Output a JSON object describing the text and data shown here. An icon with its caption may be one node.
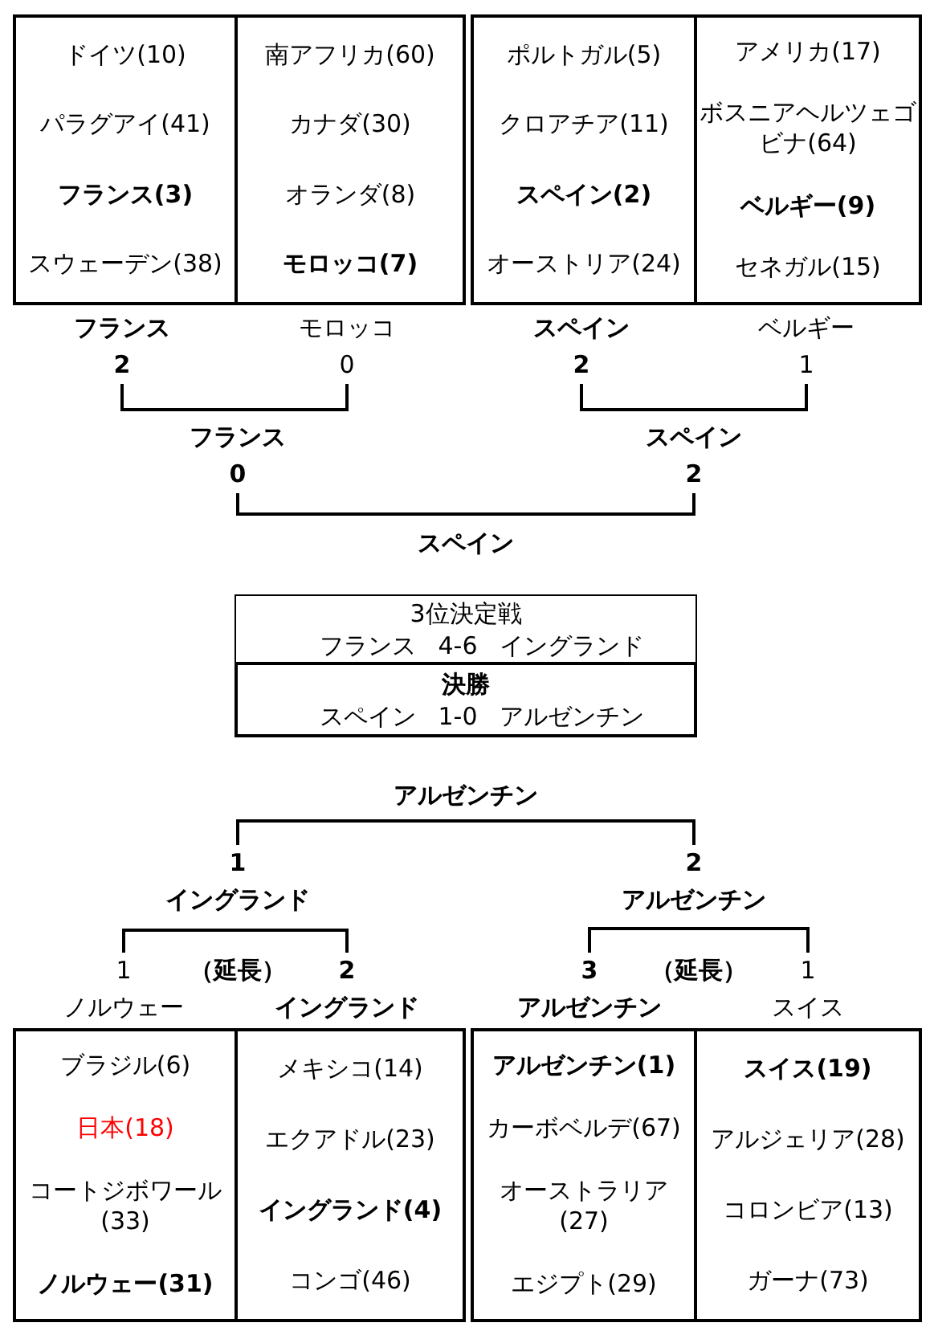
{
  "diagram": {
    "nodes": [
      {
        "text": [
          "ドイツ(10)",
          "パラグアイ(41)",
          "フランス(3)",
          "スウェーデン(38)"
        ]
      },
      {
        "text": [
          "南アフリカ(60)",
          "カナダ(30)",
          "オランダ(8)",
          "モロッコ(7)"
        ]
      },
      {
        "text": [
          "ポルトガル(5)",
          "クロアチア(11)",
          "スペイン(2)",
          "オーストリア(24)"
        ]
      },
      {
        "text": [
          "アメリカ(17)",
          "ボスニアヘルツェゴビナ(64)",
          "ベルギー(9)",
          "セネガル(15)"
        ]
      },
      {
        "text": [
          "フランス",
          "2"
        ]
      },
      {
        "text": [
          "モロッコ",
          "0"
        ]
      },
      {
        "text": [
          "スペイン",
          "2"
        ]
      },
      {
        "text": [
          "ベルギー",
          "1"
        ]
      },
      {
        "text": [
          "フランス",
          "0"
        ]
      },
      {
        "text": [
          "スペイン",
          "2"
        ]
      },
      {
        "text": [
          "3位決定戦",
          "フランス 4-6 イングランド"
        ]
      },
      {
        "text": [
          "決勝",
          "スペイン 1-0 アルゼンチン"
        ]
      },
      {
        "text": [
          "1",
          "イングランド"
        ]
      },
      {
        "text": [
          "2",
          "アルゼンチン"
        ]
      },
      {
        "text": [
          "1",
          "ノルウェー"
        ]
      },
      {
        "text": [
          "2",
          "イングランド"
        ]
      },
      {
        "text": [
          "3",
          "アルゼンチン"
        ]
      },
      {
        "text": [
          "1",
          "スイス"
        ]
      },
      {
        "text": [
          "ブラジル(6)",
          "日本(18)",
          "コートジボワール(33)",
          "ノルウェー(31)"
        ]
      },
      {
        "text": [
          "メキシコ(14)",
          "エクアドル(23)",
          "イングランド(4)",
          "コンゴ(46)"
        ]
      },
      {
        "text": [
          "アルゼンチン(1)",
          "カーボベルデ(67)",
          "オーストラリア(27)",
          "エジプト(29)"
        ]
      },
      {
        "text": [
          "スイス(19)",
          "アルジェリア(28)",
          "コロンビア(13)",
          "ガーナ(73)"
        ]
      }
    ],
    "edges": [
      {
        "from": 4,
        "to": 5,
        "arrow": "none"
      },
      {
        "from": 6,
        "to": 7,
        "arrow": "none"
      },
      {
        "from": 8,
        "to": 9,
        "arrow": "none"
      },
      {
        "from": 12,
        "to": 13,
        "arrow": "none"
      },
      {
        "from": 14,
        "to": 15,
        "arrow": "none",
        "label": "（延長）"
      },
      {
        "from": 16,
        "to": 17,
        "arrow": "none",
        "label": "（延長）"
      }
    ],
    "labels": [
      "スペイン",
      "アルゼンチン"
    ]
  }
}
